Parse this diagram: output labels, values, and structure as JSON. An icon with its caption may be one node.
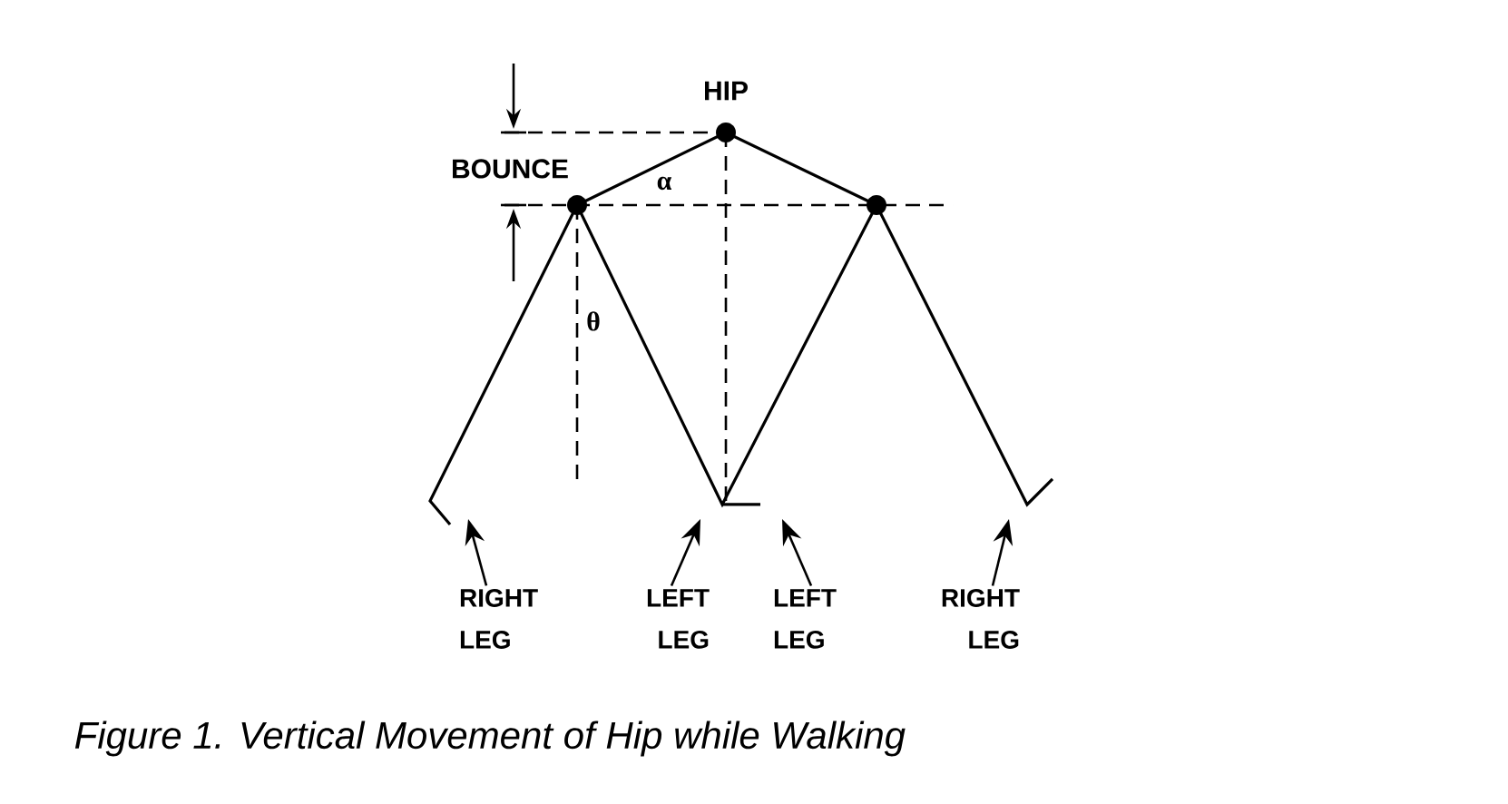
{
  "diagram": {
    "caption": "Figure 1. Vertical Movement of Hip while Walking",
    "nodes": [
      {
        "text": [
          "RIGHT LEG"
        ]
      },
      {
        "text": [
          "LEFT LEG"
        ]
      },
      {
        "text": [
          "LEFT LEG"
        ]
      },
      {
        "text": [
          "RIGHT LEG"
        ]
      }
    ],
    "edges": [
      {
        "from": 0,
        "to": null,
        "arrow": "to"
      },
      {
        "from": 1,
        "to": null,
        "arrow": "to"
      },
      {
        "from": 2,
        "to": null,
        "arrow": "to"
      },
      {
        "from": 3,
        "to": null,
        "arrow": "to"
      }
    ],
    "labels": [
      "HIP",
      "BOUNCE",
      "α",
      "θ"
    ]
  }
}
